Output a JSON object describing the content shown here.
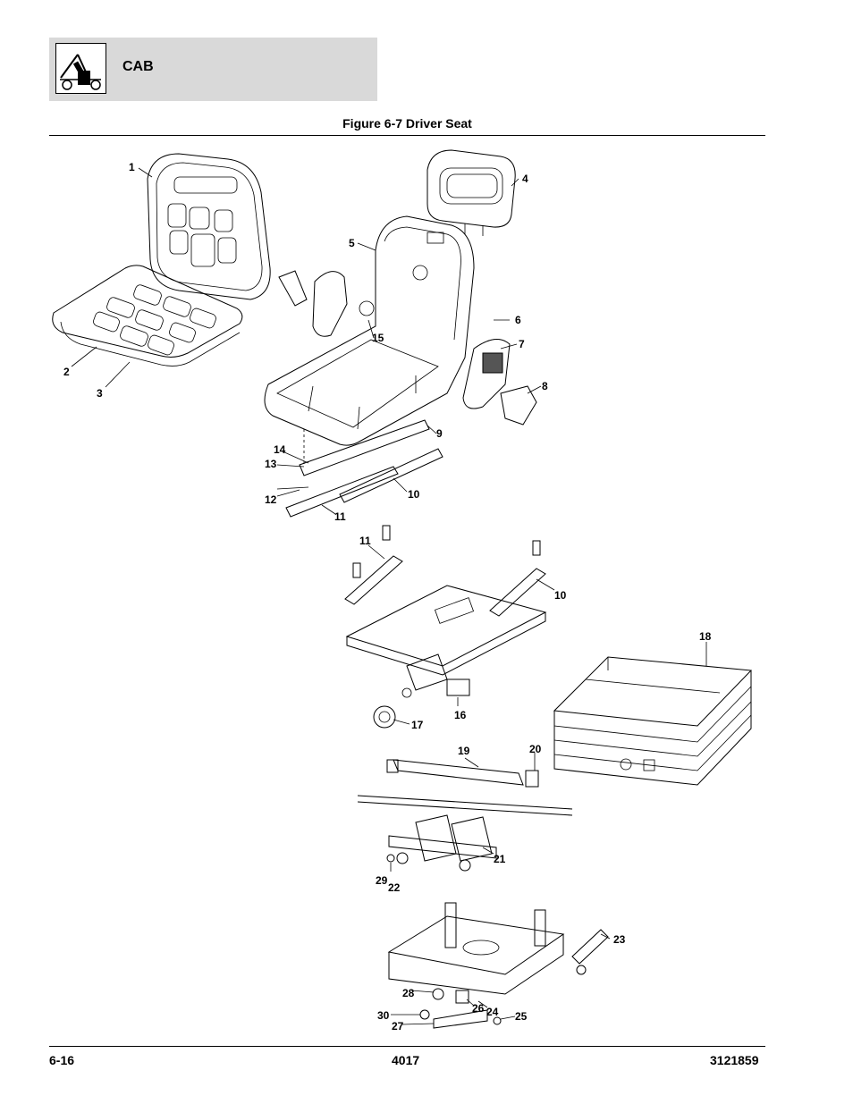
{
  "header": {
    "section_title": "CAB",
    "icon": "telehandler-cab-icon"
  },
  "figure": {
    "title": "Figure 6-7 Driver Seat"
  },
  "callouts": [
    "1",
    "2",
    "3",
    "4",
    "5",
    "6",
    "7",
    "8",
    "9",
    "10",
    "11",
    "12",
    "13",
    "14",
    "15",
    "11",
    "10",
    "16",
    "17",
    "18",
    "19",
    "20",
    "21",
    "29",
    "22",
    "23",
    "28",
    "26",
    "24",
    "30",
    "27",
    "25"
  ],
  "footer": {
    "page": "6-16",
    "model": "4017",
    "part_number": "3121859"
  }
}
